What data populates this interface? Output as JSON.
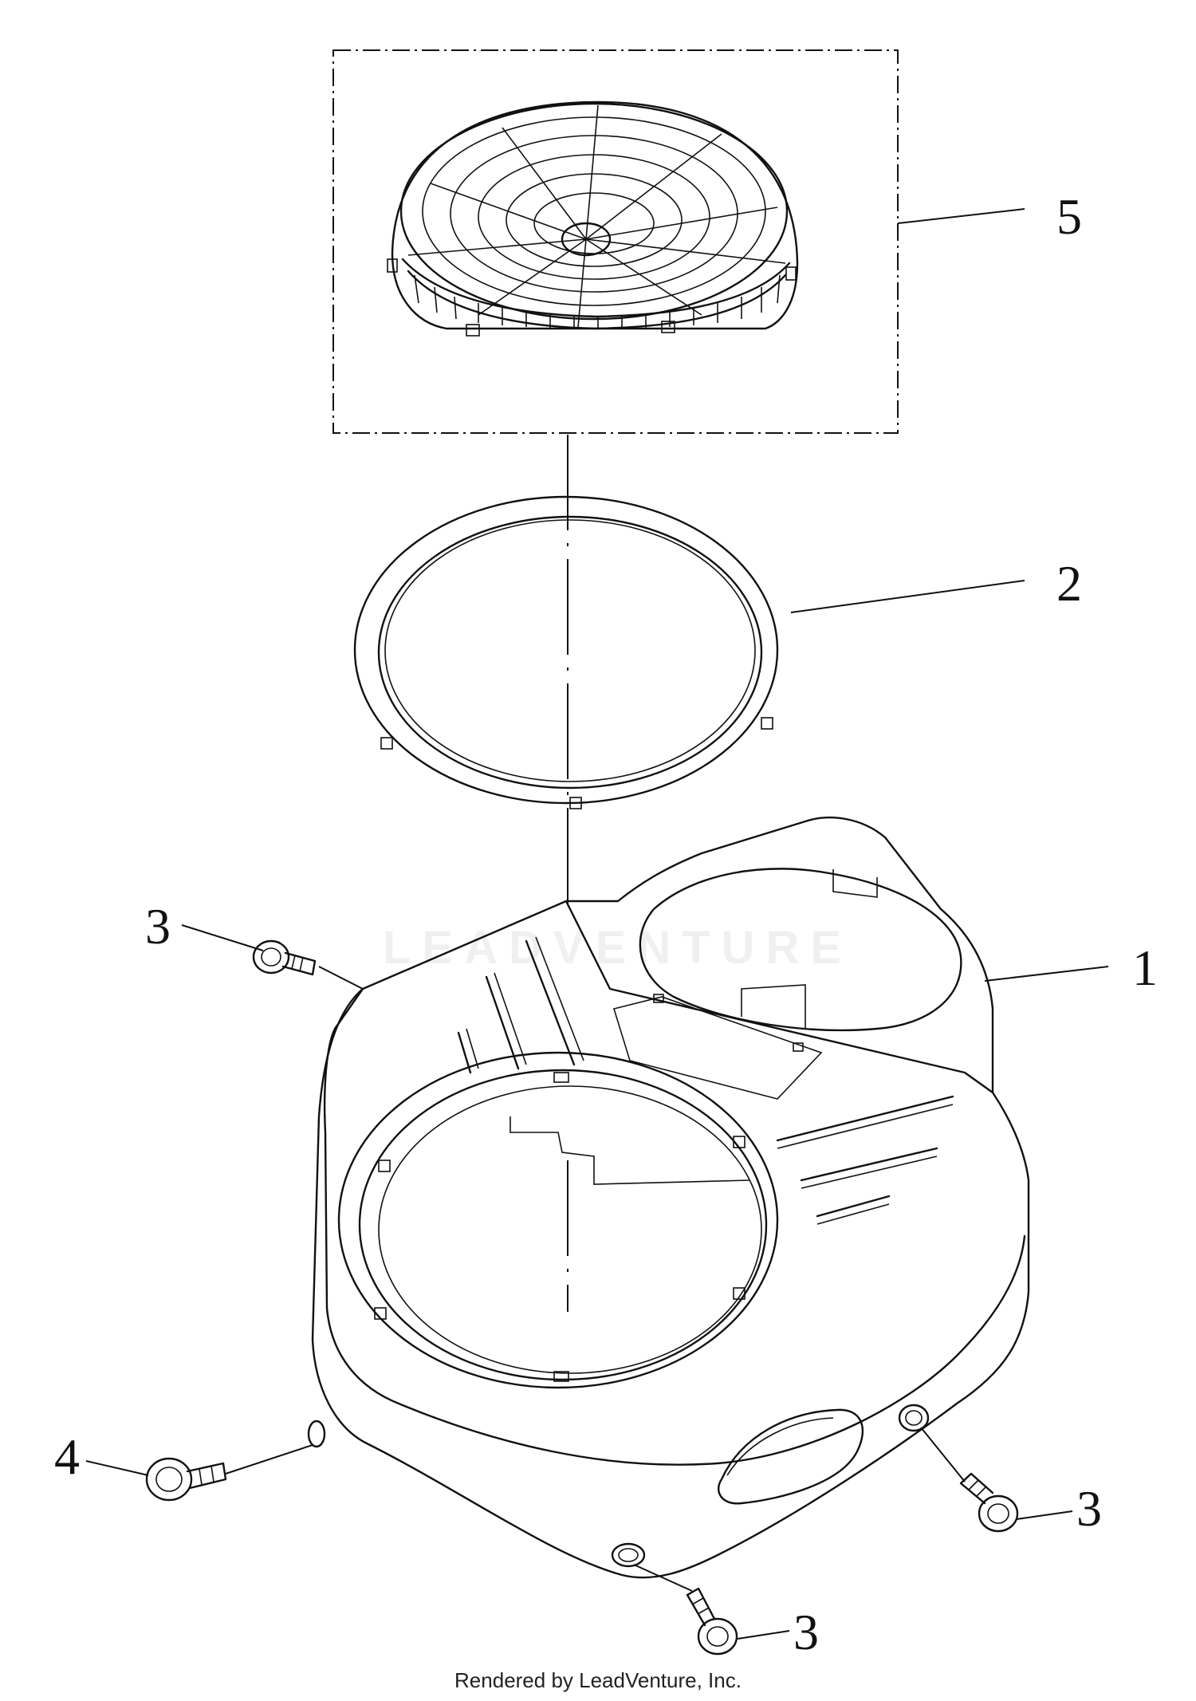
{
  "callouts": {
    "c5": "5",
    "c2": "2",
    "c1": "1",
    "c3_top": "3",
    "c4": "4",
    "c3_right": "3",
    "c3_bottom": "3"
  },
  "parts": [
    {
      "ref": "1",
      "name": "blower-housing"
    },
    {
      "ref": "2",
      "name": "screen-ring"
    },
    {
      "ref": "3",
      "name": "flange-bolt"
    },
    {
      "ref": "4",
      "name": "flange-bolt"
    },
    {
      "ref": "5",
      "name": "rotating-screen"
    }
  ],
  "watermark": "LEADVENTURE",
  "footer": "Rendered by LeadVenture, Inc."
}
